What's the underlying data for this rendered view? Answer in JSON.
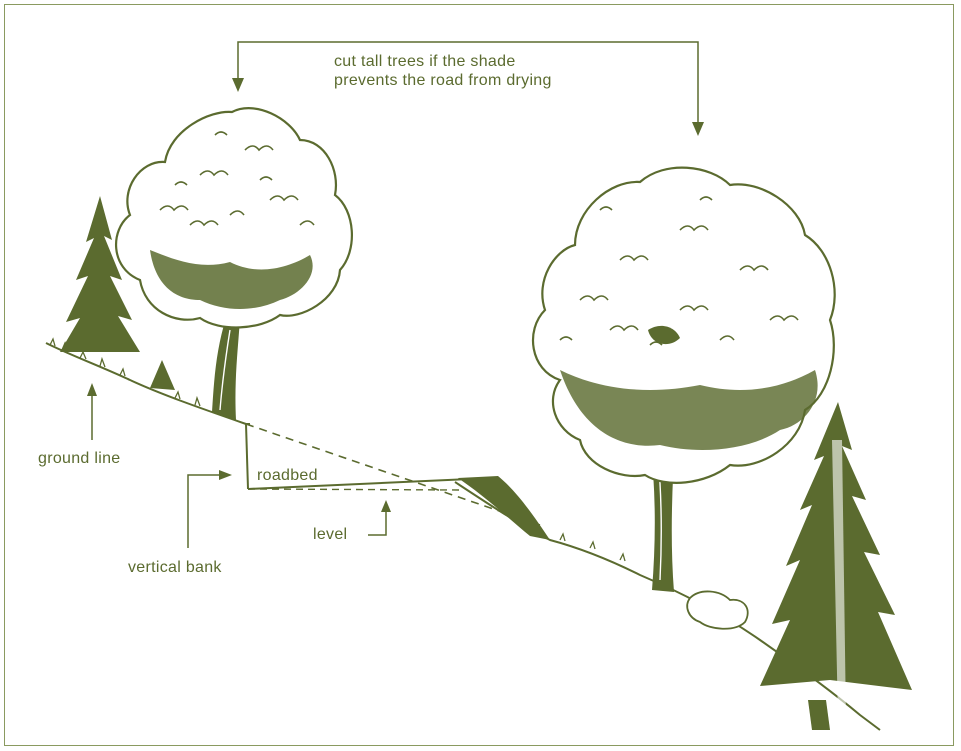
{
  "diagram": {
    "caption_line1": "cut tall trees if the shade",
    "caption_line2": "prevents the road from drying",
    "labels": {
      "ground_line": "ground line",
      "roadbed": "roadbed",
      "level": "level",
      "vertical_bank": "vertical bank"
    },
    "colors": {
      "ink": "#5b6b2f",
      "border": "#8a9a60",
      "background": "#ffffff"
    }
  }
}
